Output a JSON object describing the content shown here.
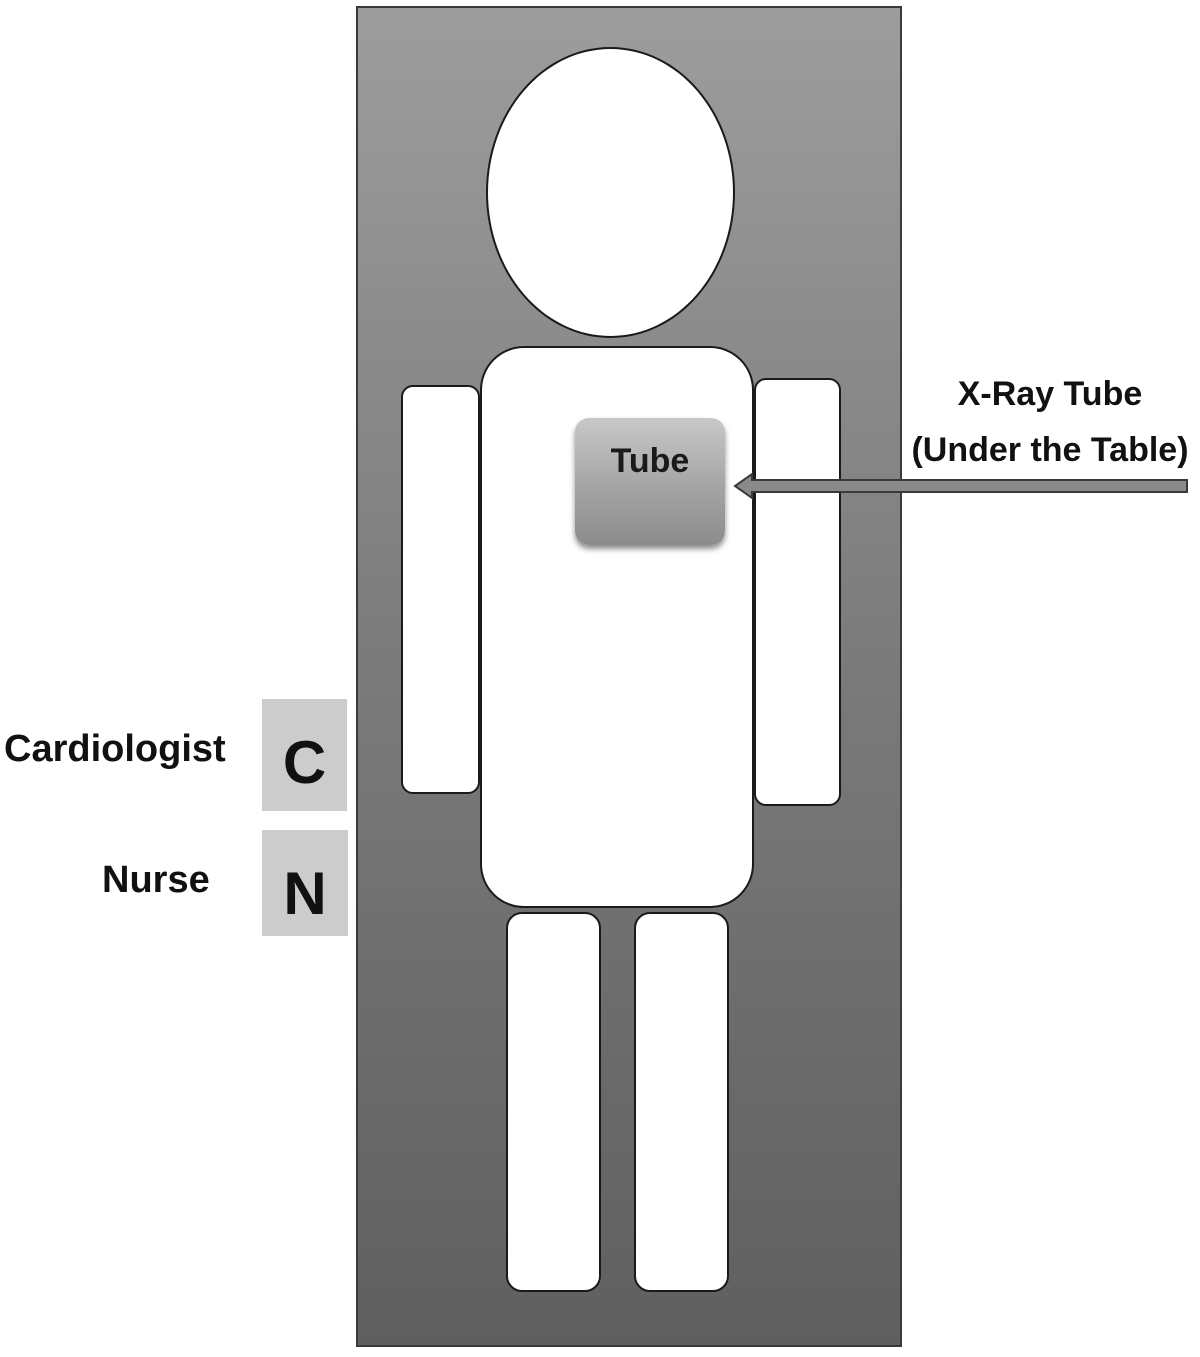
{
  "diagram": {
    "tube_label": "Tube",
    "xray": {
      "line1": "X-Ray Tube",
      "line2": "(Under the Table)"
    },
    "roles": [
      {
        "name": "Cardiologist",
        "letter": "C"
      },
      {
        "name": "Nurse",
        "letter": "N"
      }
    ],
    "colors": {
      "table_top": "#9d9d9d",
      "table_bottom": "#5f5f5f",
      "role_box": "#cccccc",
      "arrow": "#8a8a8a"
    }
  }
}
